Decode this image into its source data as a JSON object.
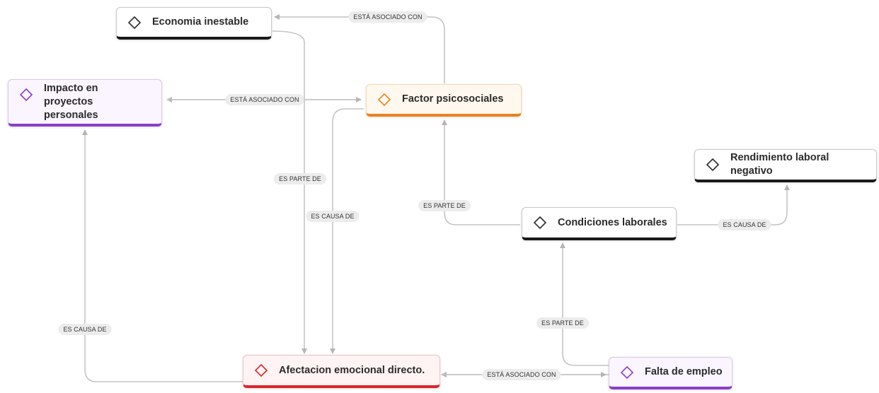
{
  "nodes": {
    "economia": {
      "label": "Economia inestable",
      "icon": "diamond-icon",
      "color": "#1a1a1a"
    },
    "factor": {
      "label": "Factor psicosociales",
      "icon": "diamond-icon",
      "color": "#e8841f"
    },
    "impacto": {
      "label": "Impacto en proyectos personales",
      "icon": "diamond-icon",
      "color": "#8b3fc8"
    },
    "rendimiento": {
      "label": "Rendimiento laboral negativo",
      "icon": "diamond-icon",
      "color": "#1a1a1a"
    },
    "condiciones": {
      "label": "Condiciones laborales",
      "icon": "diamond-icon",
      "color": "#1a1a1a"
    },
    "afectacion": {
      "label": "Afectacion emocional directo.",
      "icon": "diamond-icon",
      "color": "#d9262c"
    },
    "falta": {
      "label": "Falta de empleo",
      "icon": "diamond-icon",
      "color": "#8b3fc8"
    }
  },
  "edges": [
    {
      "label": "ESTÁ ASOCIADO CON"
    },
    {
      "label": "ESTÁ ASOCIADO CON"
    },
    {
      "label": "ES PARTE DE"
    },
    {
      "label": "ES CAUSA DE"
    },
    {
      "label": "ES PARTE DE"
    },
    {
      "label": "ES CAUSA DE"
    },
    {
      "label": "ES PARTE DE"
    },
    {
      "label": "ES CAUSA DE"
    },
    {
      "label": "ESTÁ ASOCIADO CON"
    }
  ]
}
